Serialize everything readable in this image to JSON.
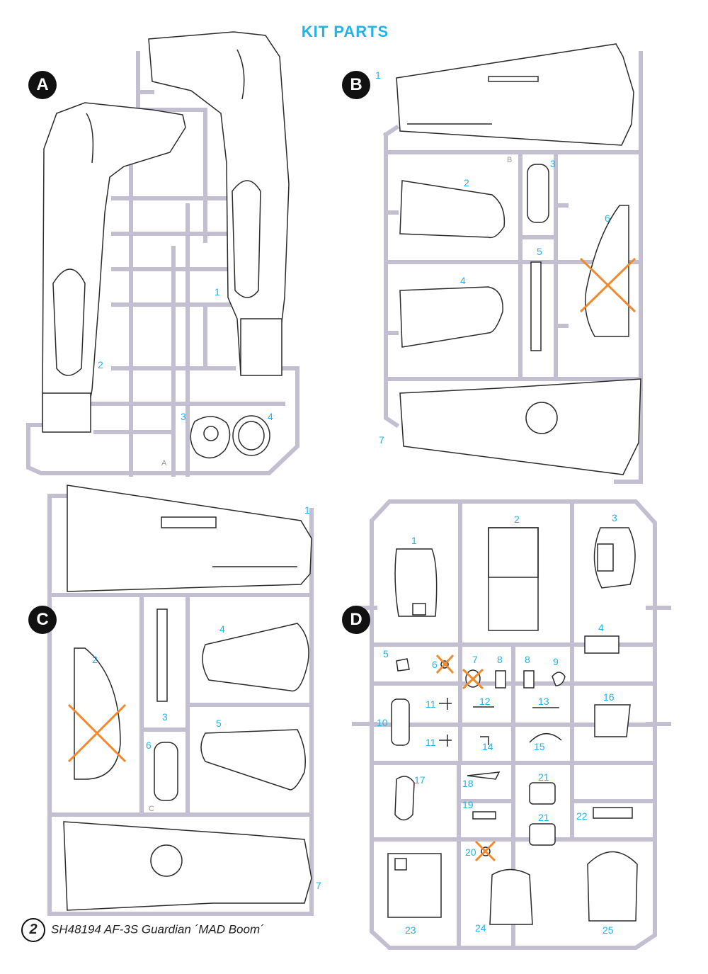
{
  "page_title": "KIT PARTS",
  "sprues": [
    {
      "letter": "A",
      "parts": [
        "1",
        "2",
        "3",
        "4"
      ],
      "stamp": "A"
    },
    {
      "letter": "B",
      "parts": [
        "1",
        "2",
        "3",
        "4",
        "5",
        "6",
        "7"
      ],
      "stamp": "B"
    },
    {
      "letter": "C",
      "parts": [
        "1",
        "2",
        "3",
        "4",
        "5",
        "6",
        "7"
      ],
      "stamp": "C"
    },
    {
      "letter": "D",
      "parts": [
        "1",
        "2",
        "3",
        "4",
        "5",
        "6",
        "7",
        "8",
        "8",
        "9",
        "10",
        "11",
        "11",
        "12",
        "13",
        "14",
        "15",
        "16",
        "17",
        "18",
        "19",
        "20",
        "21",
        "21",
        "22",
        "23",
        "24",
        "25"
      ]
    }
  ],
  "crossed_out": {
    "B": [
      "6"
    ],
    "C": [
      "2"
    ],
    "D": [
      "6",
      "7",
      "20"
    ]
  },
  "footer": {
    "page_number": "2",
    "kit_text": "SH48194 AF-3S Guardian ´MAD Boom´"
  },
  "colors": {
    "title": "#22b4e6",
    "part_numbers": "#22b4e6",
    "sprue_frame": "#c4bfd0",
    "outline": "#2b2b2b",
    "cross": "#f08a2c",
    "badge": "#111111"
  }
}
